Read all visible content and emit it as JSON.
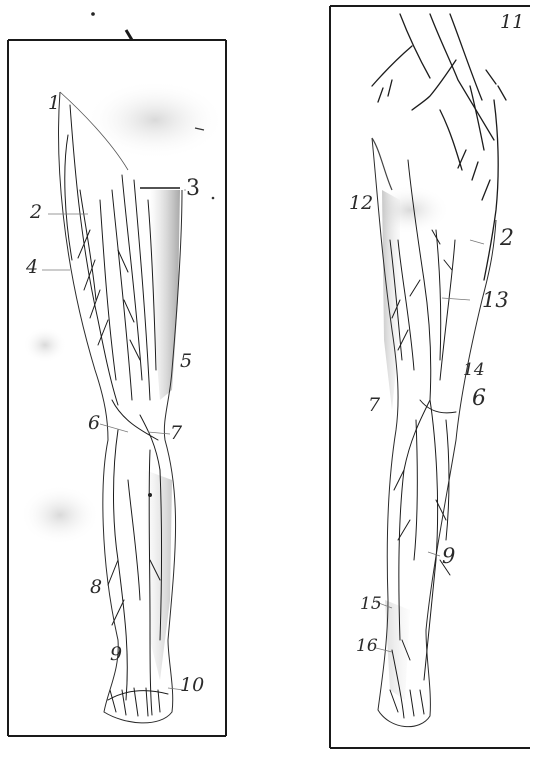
{
  "left_figure": {
    "labels": {
      "l1": "1",
      "l2": "2",
      "l3": "3",
      "l4": "4",
      "l5": "5",
      "l6": "6",
      "l7": "7",
      "l8": "8",
      "l9": "9",
      "l10": "10"
    }
  },
  "right_figure": {
    "labels": {
      "r2": "2",
      "r6": "6",
      "r7": "7",
      "r9": "9",
      "r11": "11",
      "r12": "12",
      "r13": "13",
      "r14": "14",
      "r15": "15",
      "r16": "16"
    }
  },
  "colors": {
    "ink": "#1c1c1c",
    "shade": "#9a9a9a",
    "paper": "#ffffff"
  }
}
